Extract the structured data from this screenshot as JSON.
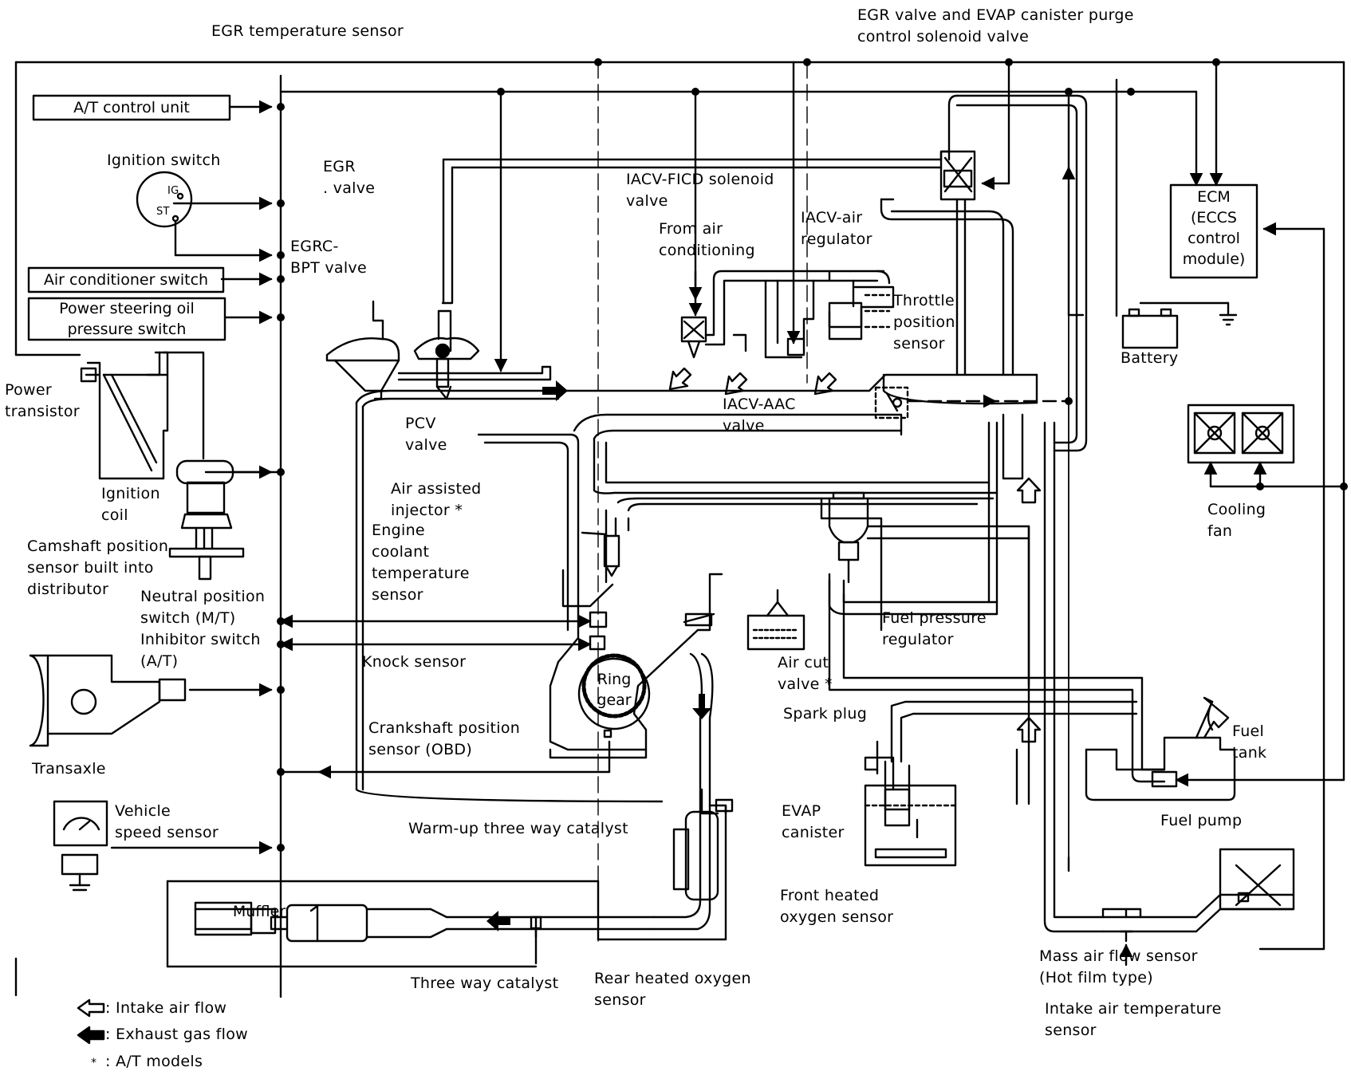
{
  "labels": {
    "egr_temp_sensor": "EGR temperature sensor",
    "egr_evap_solenoid": "EGR valve and EVAP canister purge\ncontrol solenoid valve",
    "at_control_unit": "A/T control unit",
    "ignition_switch": "Ignition switch",
    "ig": "IG",
    "st": "ST",
    "egr_valve": "EGR\n. valve",
    "iacv_ficd": "IACV-FICD solenoid\nvalve",
    "from_air_conditioning": "From air\nconditioning",
    "iacv_air_regulator": "IACV-air\nregulator",
    "ecm": "ECM\n(ECCS\ncontrol\nmodule)",
    "egrc_bpt": "EGRC-\nBPT valve",
    "ac_switch": "Air conditioner switch",
    "ps_switch": "Power steering oil\npressure switch",
    "throttle_sensor": "Throttle\nposition\nsensor",
    "battery": "Battery",
    "power_transistor": "Power\ntransistor",
    "iacv_aac": "IACV-AAC\nvalve",
    "pcv_valve": "PCV\nvalve",
    "ignition_coil": "Ignition\ncoil",
    "air_assisted_injector": "Air assisted\ninjector *",
    "engine_coolant_sensor": "Engine\ncoolant\ntemperature\nsensor",
    "cooling_fan": "Cooling\nfan",
    "camshaft_sensor": "Camshaft position\nsensor built into\ndistributor",
    "neutral_switch": "Neutral position\nswitch (M/T)\nInhibitor switch\n(A/T)",
    "fuel_pressure_regulator": "Fuel pressure\nregulator",
    "knock_sensor": "Knock sensor",
    "ring_gear": "Ring\ngear",
    "air_cut_valve": "Air cut\nvalve *",
    "spark_plug": "Spark plug",
    "fuel_tank": "Fuel\ntank",
    "crankshaft_sensor": "Crankshaft position\nsensor (OBD)",
    "transaxle": "Transaxle",
    "fuel_pump": "Fuel pump",
    "evap_canister": "EVAP\ncanister",
    "vehicle_speed_sensor": "Vehicle\nspeed sensor",
    "warmup_catalyst": "Warm-up three way catalyst",
    "front_oxygen_sensor": "Front heated\noxygen sensor",
    "muffler": "Muffler",
    "three_way_catalyst": "Three way catalyst",
    "rear_oxygen_sensor": "Rear heated oxygen\nsensor",
    "maf_sensor": "Mass air flow sensor\n(Hot film type)",
    "intake_temp_sensor": "Intake air temperature\nsensor"
  },
  "legend": {
    "intake": ": Intake air flow",
    "exhaust": ": Exhaust gas flow",
    "at_models": ": A/T models",
    "at_symbol": "*"
  }
}
